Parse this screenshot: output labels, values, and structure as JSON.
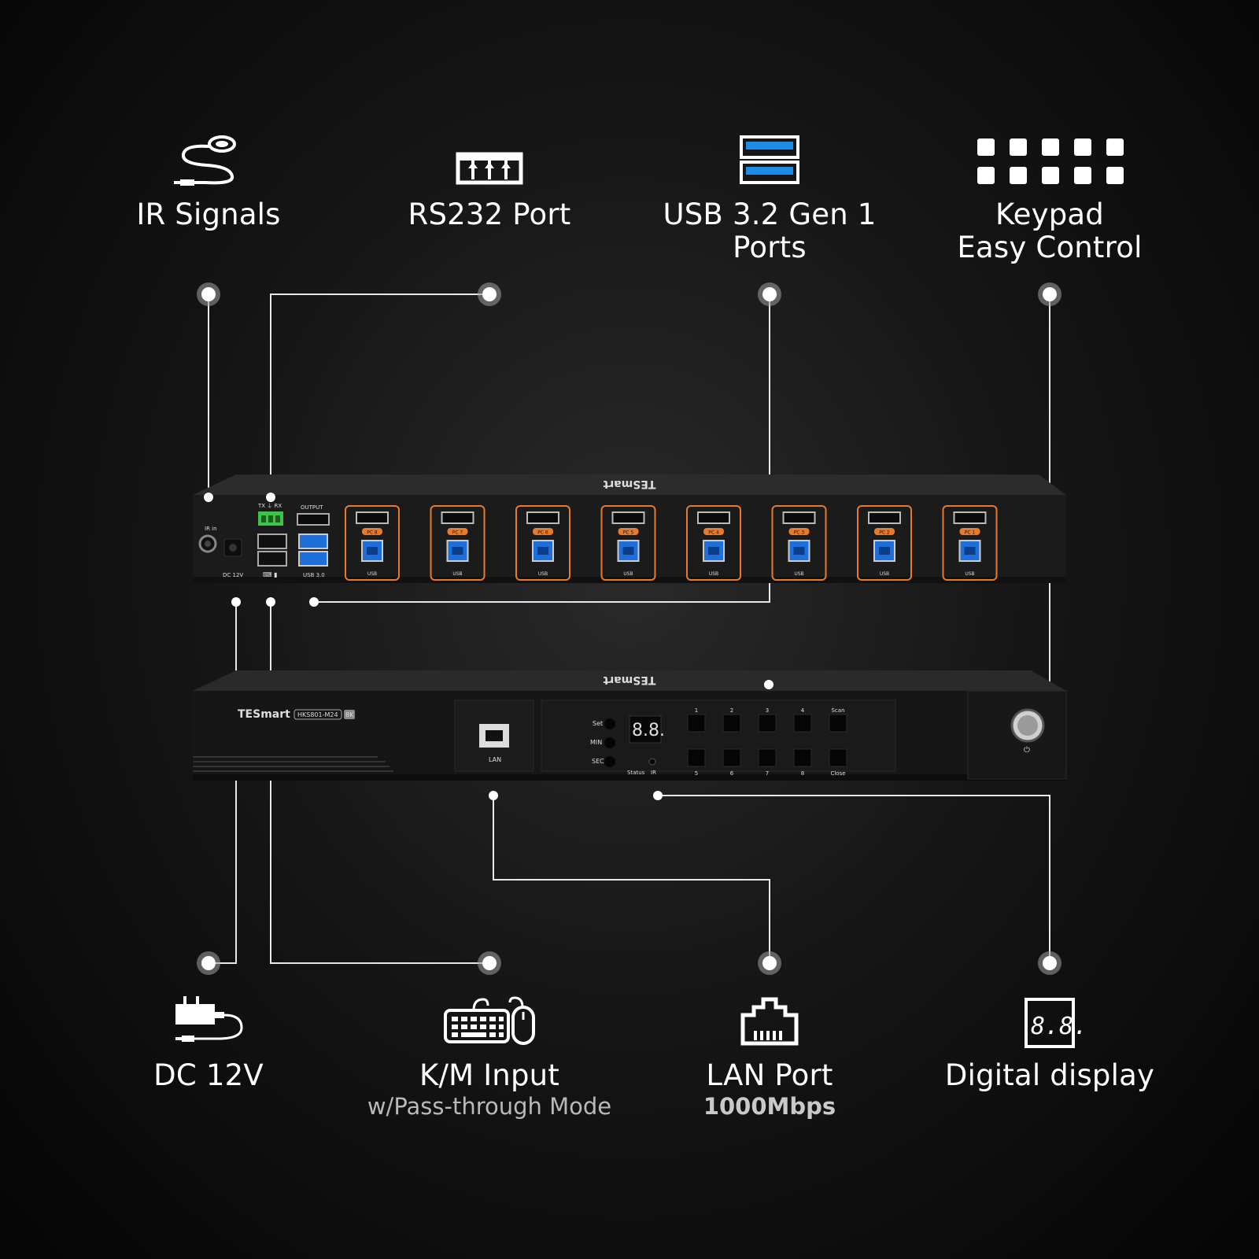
{
  "features_top": [
    {
      "title_lines": [
        "IR Signals"
      ],
      "icon": "ir-cable-icon"
    },
    {
      "title_lines": [
        "RS232 Port"
      ],
      "icon": "rs232-terminal-icon"
    },
    {
      "title_lines": [
        "USB 3.2 Gen 1",
        "Ports"
      ],
      "icon": "usb-ports-icon"
    },
    {
      "title_lines": [
        "Keypad",
        "Easy Control"
      ],
      "icon": "keypad-grid-icon"
    }
  ],
  "features_bottom": [
    {
      "title": "DC 12V",
      "subtitle": "",
      "icon": "power-adapter-icon"
    },
    {
      "title": "K/M Input",
      "subtitle": "w/Pass-through Mode",
      "icon": "keyboard-mouse-icon"
    },
    {
      "title": "LAN Port",
      "subtitle": "1000Mbps",
      "icon": "ethernet-port-icon"
    },
    {
      "title": "Digital display",
      "subtitle": "",
      "icon": "seven-segment-display-icon"
    }
  ],
  "rear_panel": {
    "brand_top": "TESmart",
    "ir_label": "IR in",
    "dc_label": "DC 12V",
    "rs232_label": "TX ⏚ RX",
    "output_label": "OUTPUT",
    "usb30_label": "USB 3.0",
    "pc_ports": [
      {
        "label": "PC 8",
        "usb": "USB"
      },
      {
        "label": "PC 7",
        "usb": "USB"
      },
      {
        "label": "PC 6",
        "usb": "USB"
      },
      {
        "label": "PC 5",
        "usb": "USB"
      },
      {
        "label": "PC 4",
        "usb": "USB"
      },
      {
        "label": "PC 3",
        "usb": "USB"
      },
      {
        "label": "PC 2",
        "usb": "USB"
      },
      {
        "label": "PC 1",
        "usb": "USB"
      }
    ],
    "port_color": "#e87a2a",
    "usb_color": "#1e6fd8",
    "terminal_color": "#3fc24a"
  },
  "front_panel": {
    "brand": "TESmart",
    "model": "HKS801-M24",
    "badge": "8K",
    "brand_top": "TESmart",
    "lan_label": "LAN",
    "set_labels": [
      "Set",
      "MIN",
      "SEC"
    ],
    "display_value": "8.8.",
    "status_label": "Status",
    "ir_label": "IR",
    "keys_top": [
      "1",
      "2",
      "3",
      "4",
      "Scan"
    ],
    "keys_bottom": [
      "5",
      "6",
      "7",
      "8",
      "Close"
    ]
  }
}
